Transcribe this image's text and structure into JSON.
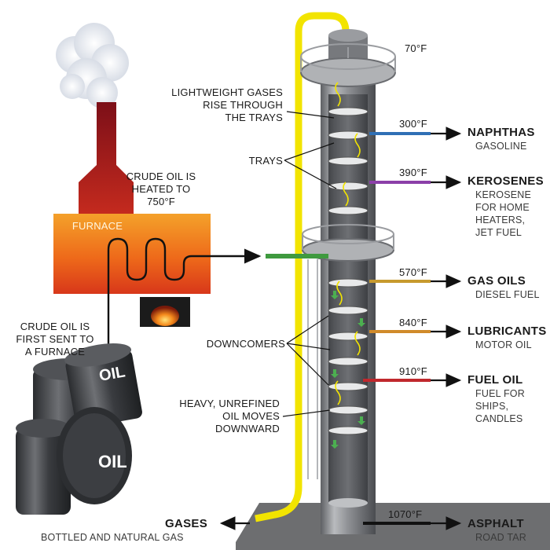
{
  "labels": {
    "furnace": "FURNACE",
    "crude_heated": [
      "CRUDE OIL IS",
      "HEATED TO",
      "750°F"
    ],
    "crude_sent": [
      "CRUDE OIL IS",
      "FIRST SENT TO",
      "A FURNACE"
    ],
    "lightweight": [
      "LIGHTWEIGHT GASES",
      "RISE THROUGH",
      "THE TRAYS"
    ],
    "trays": "TRAYS",
    "downcomers": "DOWNCOMERS",
    "heavy": [
      "HEAVY, UNREFINED",
      "OIL MOVES",
      "DOWNWARD"
    ],
    "barrel_brand": "OIL"
  },
  "temps": {
    "top": "70°F",
    "naphthas": "300°F",
    "kerosenes": "390°F",
    "gas_oils": "570°F",
    "lubricants": "840°F",
    "fuel_oil": "910°F",
    "asphalt": "1070°F"
  },
  "products": {
    "naphthas": {
      "name": "NAPHTHAS",
      "uses": [
        "GASOLINE"
      ],
      "color": "#2f6fb5"
    },
    "kerosenes": {
      "name": "KEROSENES",
      "uses": [
        "KEROSENE",
        "FOR HOME",
        "HEATERS,",
        "JET FUEL"
      ],
      "color": "#8b3fa8"
    },
    "gas_oils": {
      "name": "GAS OILS",
      "uses": [
        "DIESEL FUEL"
      ],
      "color": "#c79a2e"
    },
    "lubricants": {
      "name": "LUBRICANTS",
      "uses": [
        "MOTOR OIL"
      ],
      "color": "#d08a2a"
    },
    "fuel_oil": {
      "name": "FUEL OIL",
      "uses": [
        "FUEL FOR",
        "SHIPS,",
        "CANDLES"
      ],
      "color": "#c0282d"
    },
    "asphalt": {
      "name": "ASPHALT",
      "uses": [
        "ROAD TAR"
      ],
      "color": "#111111"
    },
    "gases": {
      "name": "GASES",
      "uses": [
        "BOTTLED AND NATURAL GAS"
      ],
      "color": "#f2e400"
    }
  },
  "colors": {
    "gas_pipe": "#f2e400",
    "feed_pipe": "#3f9a3f",
    "furnace_top": "#f08a1a",
    "furnace_bottom": "#e0481a",
    "chimney": "#a8141c",
    "column": "#8a8c90"
  }
}
